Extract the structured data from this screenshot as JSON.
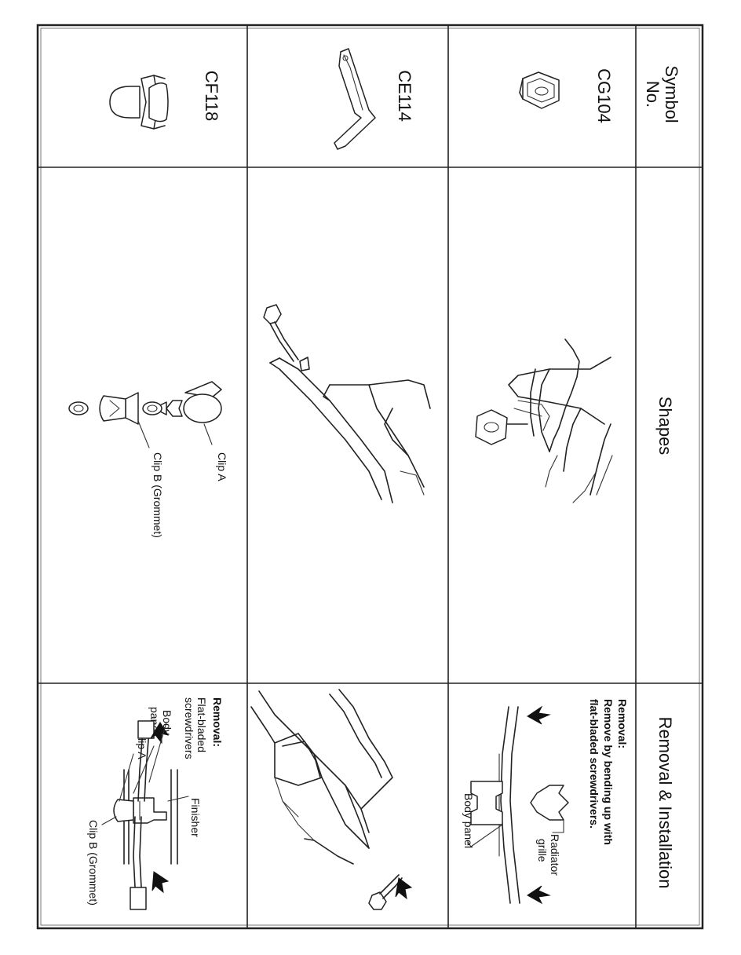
{
  "table": {
    "header": {
      "symbol_line1": "Symbol",
      "symbol_line2": "No.",
      "shapes": "Shapes",
      "removal": "Removal & Installation"
    },
    "rows": [
      {
        "symbol": "CG104",
        "removal_title": "Removal:",
        "removal_line1": "Remove by bending up with",
        "removal_line2": "flat-bladed screwdrivers.",
        "label_radiator_1": "Radiator",
        "label_radiator_2": "grille",
        "label_body_panel": "Body panel"
      },
      {
        "symbol": "CE114"
      },
      {
        "symbol": "CF118",
        "label_clip_a": "Clip A",
        "label_clip_b": "Clip B (Grommet)",
        "removal_title": "Removal:",
        "label_screwdrivers_1": "Flat-bladed",
        "label_screwdrivers_2": "screwdrivers",
        "label_finisher": "Finisher",
        "label_body_1": "Body",
        "label_body_2": "panel",
        "label_clip_a2": "Clip A",
        "label_clip_b2": "Clip B (Grommet)"
      }
    ]
  }
}
